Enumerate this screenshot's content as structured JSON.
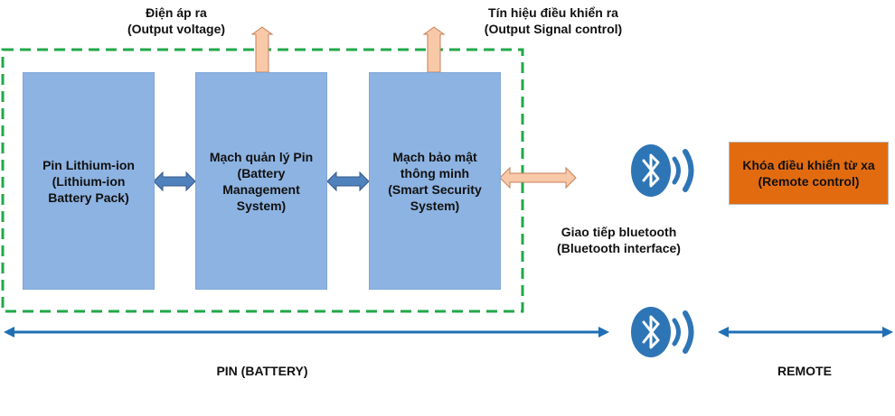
{
  "top_labels": {
    "output_voltage": [
      "Điện áp ra",
      "(Output voltage)"
    ],
    "output_signal": [
      "Tín hiệu điều khiển ra",
      "(Output Signal control)"
    ]
  },
  "blocks": {
    "battery_pack": [
      "Pin Lithium-ion",
      "(Lithium-ion",
      "Battery Pack)"
    ],
    "bms": [
      "Mạch quản lý Pin",
      "(Battery",
      "Management",
      "System)"
    ],
    "security": [
      "Mạch bảo mật",
      "thông minh",
      "(Smart Security",
      "System)"
    ]
  },
  "remote_block": [
    "Khóa điều khiển từ xa",
    "(Remote control)"
  ],
  "bluetooth_label": [
    "Giao tiếp bluetooth",
    "(Bluetooth interface)"
  ],
  "bottom_labels": {
    "battery": "PIN (BATTERY)",
    "remote": "REMOTE"
  },
  "icons": {
    "bluetooth_top": "bluetooth-icon",
    "bluetooth_bottom": "bluetooth-icon"
  },
  "colors": {
    "block_fill": "#8db3e2",
    "remote_fill": "#e26b10",
    "dashed_border": "#21a849",
    "peach_arrow": "#f8c9a8",
    "blue_arrow": "#4f81bd",
    "bottom_arrow": "#1f6fb5",
    "bluetooth": "#2e75b6"
  }
}
